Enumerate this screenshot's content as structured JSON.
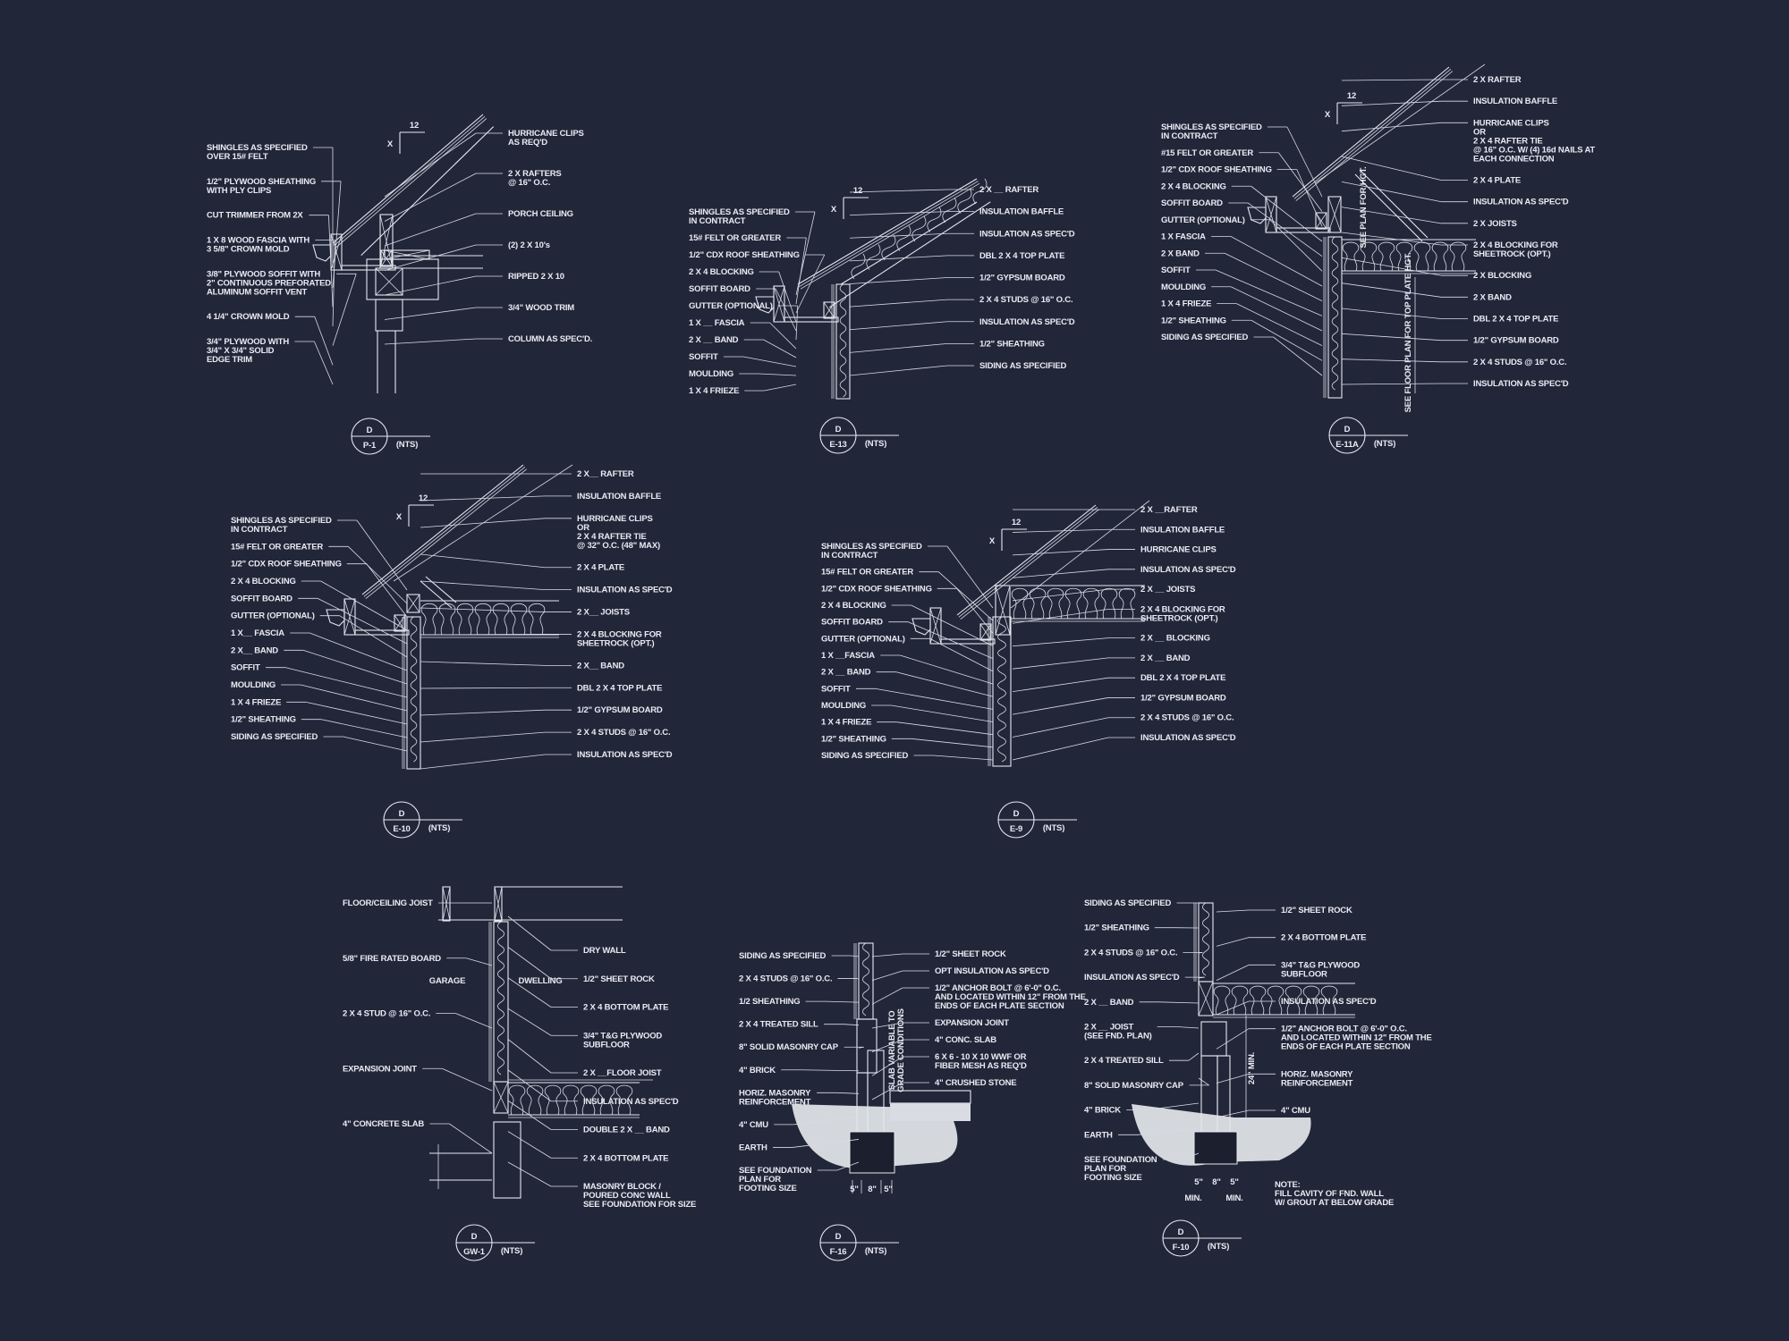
{
  "details": [
    {
      "id": "P-1",
      "tag": "D",
      "scale": "(NTS)",
      "pitch": {
        "rise": "X",
        "run": "12"
      },
      "left": [
        [
          "SHINGLES AS SPECIFIED",
          "OVER 15# FELT"
        ],
        [
          "1/2\" PLYWOOD SHEATHING",
          "WITH PLY CLIPS"
        ],
        [
          "CUT TRIMMER FROM 2X"
        ],
        [
          "1 X 8 WOOD FASCIA WITH",
          "3 5/8\" CROWN MOLD"
        ],
        [
          "3/8\" PLYWOOD SOFFIT WITH",
          "2\" CONTINUOUS PREFORATED",
          "ALUMINUM SOFFIT VENT"
        ],
        [
          "4 1/4\" CROWN MOLD"
        ],
        [
          "3/4\" PLYWOOD WITH",
          "3/4\" X 3/4\" SOLID",
          "EDGE TRIM"
        ]
      ],
      "right": [
        [
          "HURRICANE CLIPS",
          "AS REQ'D"
        ],
        [
          "2 X    RAFTERS",
          "@ 16\" O.C."
        ],
        [
          "PORCH CEILING"
        ],
        [
          "(2) 2 X 10's"
        ],
        [
          "RIPPED 2 X 10"
        ],
        [
          "3/4\" WOOD TRIM"
        ],
        [
          "COLUMN AS SPEC'D."
        ]
      ],
      "notes": []
    },
    {
      "id": "E-13",
      "tag": "D",
      "scale": "(NTS)",
      "pitch": {
        "rise": "X",
        "run": "12"
      },
      "left": [
        [
          "SHINGLES AS SPECIFIED",
          "IN CONTRACT"
        ],
        [
          "15# FELT OR GREATER"
        ],
        [
          "1/2\" CDX ROOF SHEATHING"
        ],
        [
          "2 X 4 BLOCKING"
        ],
        [
          "SOFFIT  BOARD"
        ],
        [
          "GUTTER (OPTIONAL)"
        ],
        [
          "1 X __ FASCIA"
        ],
        [
          "2 X __ BAND"
        ],
        [
          "SOFFIT"
        ],
        [
          "MOULDING"
        ],
        [
          "1 X 4 FRIEZE"
        ]
      ],
      "right": [
        [
          "2 X __ RAFTER"
        ],
        [
          "INSULATION BAFFLE"
        ],
        [
          "INSULATION AS SPEC'D"
        ],
        [
          "DBL 2 X 4 TOP PLATE"
        ],
        [
          "1/2\" GYPSUM BOARD"
        ],
        [
          "2 X 4 STUDS @ 16\" O.C."
        ],
        [
          "INSULATION AS SPEC'D"
        ],
        [
          "1/2\" SHEATHING"
        ],
        [
          "SIDING AS SPECIFIED"
        ]
      ],
      "notes": []
    },
    {
      "id": "E-11A",
      "tag": "D",
      "scale": "(NTS)",
      "pitch": {
        "rise": "X",
        "run": "12"
      },
      "left": [
        [
          "SHINGLES AS SPECIFIED",
          "IN CONTRACT"
        ],
        [
          "#15 FELT OR GREATER"
        ],
        [
          "1/2\" CDX ROOF SHEATHING"
        ],
        [
          "2 X 4 BLOCKING"
        ],
        [
          "SOFFIT  BOARD"
        ],
        [
          "GUTTER (OPTIONAL)"
        ],
        [
          "1 X   FASCIA"
        ],
        [
          "2 X   BAND"
        ],
        [
          "SOFFIT"
        ],
        [
          "MOULDING"
        ],
        [
          "1 X 4 FRIEZE"
        ],
        [
          "1/2\" SHEATHING"
        ],
        [
          "SIDING AS SPECIFIED"
        ]
      ],
      "right": [
        [
          "2 X   RAFTER"
        ],
        [
          "INSULATION BAFFLE"
        ],
        [
          "HURRICANE CLIPS",
          "OR",
          "2 X 4 RAFTER TIE",
          "@ 16\" O.C. W/ (4) 16d NAILS AT",
          "EACH CONNECTION"
        ],
        [
          "2 X 4 PLATE"
        ],
        [
          "INSULATION AS SPEC'D"
        ],
        [
          "2 X   JOISTS"
        ],
        [
          "2 X 4 BLOCKING FOR",
          "SHEETROCK (OPT.)"
        ],
        [
          "2 X   BLOCKING"
        ],
        [
          "2 X   BAND"
        ],
        [
          "DBL 2 X 4 TOP PLATE"
        ],
        [
          "1/2\" GYPSUM BOARD"
        ],
        [
          "2 X 4 STUDS @ 16\" O.C."
        ],
        [
          "INSULATION AS SPEC'D"
        ]
      ],
      "notes": [
        "SEE PLAN FOR HGT.",
        "SEE FLOOR PLAN FOR TOP PLATE HGT."
      ]
    },
    {
      "id": "E-10",
      "tag": "D",
      "scale": "(NTS)",
      "pitch": {
        "rise": "X",
        "run": "12"
      },
      "left": [
        [
          "SHINGLES AS SPECIFIED",
          "IN CONTRACT"
        ],
        [
          "15# FELT OR GREATER"
        ],
        [
          "1/2\" CDX ROOF SHEATHING"
        ],
        [
          "2 X 4 BLOCKING"
        ],
        [
          "SOFFIT BOARD"
        ],
        [
          "GUTTER (OPTIONAL)"
        ],
        [
          "1 X__ FASCIA"
        ],
        [
          "2 X__ BAND"
        ],
        [
          "SOFFIT"
        ],
        [
          "MOULDING"
        ],
        [
          "1 X 4 FRIEZE"
        ],
        [
          "1/2\" SHEATHING"
        ],
        [
          "SIDING AS SPECIFIED"
        ]
      ],
      "right": [
        [
          "2 X__ RAFTER"
        ],
        [
          "INSULATION BAFFLE"
        ],
        [
          "HURRICANE CLIPS",
          "OR",
          "2 X 4 RAFTER TIE",
          "@ 32\" O.C. (48\" MAX)"
        ],
        [
          "2 X 4 PLATE"
        ],
        [
          "INSULATION AS SPEC'D"
        ],
        [
          "2 X__ JOISTS"
        ],
        [
          "2 X 4 BLOCKING FOR",
          "SHEETROCK (OPT.)"
        ],
        [
          "2 X__ BAND"
        ],
        [
          "DBL 2 X 4 TOP PLATE"
        ],
        [
          "1/2\" GYPSUM BOARD"
        ],
        [
          "2 X 4 STUDS @ 16\" O.C."
        ],
        [
          "INSULATION AS SPEC'D"
        ]
      ],
      "notes": []
    },
    {
      "id": "E-9",
      "tag": "D",
      "scale": "(NTS)",
      "pitch": {
        "rise": "X",
        "run": "12"
      },
      "left": [
        [
          "SHINGLES AS SPECIFIED",
          "IN CONTRACT"
        ],
        [
          "15# FELT OR GREATER"
        ],
        [
          "1/2\" CDX ROOF SHEATHING"
        ],
        [
          "2 X 4 BLOCKING"
        ],
        [
          "SOFFIT  BOARD"
        ],
        [
          "GUTTER (OPTIONAL)"
        ],
        [
          "1 X __FASCIA"
        ],
        [
          "2 X __ BAND"
        ],
        [
          "SOFFIT"
        ],
        [
          "MOULDING"
        ],
        [
          "1 X 4 FRIEZE"
        ],
        [
          "1/2\" SHEATHING"
        ],
        [
          "SIDING AS SPECIFIED"
        ]
      ],
      "right": [
        [
          "2 X __RAFTER"
        ],
        [
          "INSULATION BAFFLE"
        ],
        [
          "HURRICANE CLIPS"
        ],
        [
          "INSULATION AS SPEC'D"
        ],
        [
          "2 X __ JOISTS"
        ],
        [
          "2 X 4 BLOCKING FOR",
          "SHEETROCK (OPT.)"
        ],
        [
          "2 X __ BLOCKING"
        ],
        [
          "2 X __ BAND"
        ],
        [
          "DBL 2 X 4 TOP PLATE"
        ],
        [
          "1/2\" GYPSUM BOARD"
        ],
        [
          "2 X 4 STUDS @ 16\" O.C."
        ],
        [
          "INSULATION AS SPEC'D"
        ]
      ],
      "notes": []
    },
    {
      "id": "GW-1",
      "tag": "D",
      "scale": "(NTS)",
      "left": [
        [
          "FLOOR/CEILING JOIST"
        ],
        [
          "5/8\" FIRE RATED BOARD"
        ],
        [
          "2 X 4 STUD @ 16\" O.C."
        ],
        [
          "EXPANSION JOINT"
        ],
        [
          "4\" CONCRETE SLAB"
        ]
      ],
      "right": [
        [
          "DRY WALL"
        ],
        [
          "1/2\" SHEET ROCK"
        ],
        [
          "2 X 4 BOTTOM PLATE"
        ],
        [
          "3/4\" T&G PLYWOOD",
          "SUBFLOOR"
        ],
        [
          "2 X __FLOOR JOIST"
        ],
        [
          "INSULATION AS SPEC'D"
        ],
        [
          "DOUBLE 2 X __ BAND"
        ],
        [
          "2 X 4 BOTTOM PLATE"
        ],
        [
          "MASONRY BLOCK /",
          "POURED CONC WALL",
          "SEE FOUNDATION FOR SIZE"
        ]
      ],
      "notes": [
        "GARAGE",
        "DWELLING"
      ]
    },
    {
      "id": "F-16",
      "tag": "D",
      "scale": "(NTS)",
      "left": [
        [
          "SIDING AS SPECIFIED"
        ],
        [
          "2 X 4 STUDS @ 16\" O.C."
        ],
        [
          "1/2 SHEATHING"
        ],
        [
          "2 X 4 TREATED SILL"
        ],
        [
          "8\" SOLID MASONRY CAP"
        ],
        [
          "4\" BRICK"
        ],
        [
          "HORIZ. MASONRY",
          "REINFORCEMENT"
        ],
        [
          "4\" CMU"
        ],
        [
          "EARTH"
        ],
        [
          "SEE FOUNDATION",
          "PLAN FOR",
          "FOOTING SIZE"
        ]
      ],
      "right": [
        [
          "1/2\" SHEET ROCK"
        ],
        [
          "OPT INSULATION AS SPEC'D"
        ],
        [
          "1/2\" ANCHOR BOLT @ 6'-0\" O.C.",
          "AND LOCATED WITHIN 12\" FROM THE",
          "ENDS OF EACH PLATE SECTION"
        ],
        [
          "EXPANSION JOINT"
        ],
        [
          "4\" CONC. SLAB"
        ],
        [
          "6 X 6 - 10 X 10 WWF OR",
          "FIBER MESH AS REQ'D"
        ],
        [
          "4\" CRUSHED STONE"
        ]
      ],
      "dims": [
        "5\"",
        "8\"",
        "5\""
      ],
      "notes": [
        "SLAB VARIABLE TO",
        "GRADE CONDITIONS"
      ]
    },
    {
      "id": "F-10",
      "tag": "D",
      "scale": "(NTS)",
      "left": [
        [
          "SIDING AS SPECIFIED"
        ],
        [
          "1/2\" SHEATHING"
        ],
        [
          "2 X 4 STUDS @ 16\" O.C."
        ],
        [
          "INSULATION AS SPEC'D"
        ],
        [
          "2 X __ BAND"
        ],
        [
          "2 X __ JOIST",
          "(SEE FND. PLAN)"
        ],
        [
          "2 X 4 TREATED SILL"
        ],
        [
          "8\" SOLID MASONRY CAP"
        ],
        [
          "4\" BRICK"
        ],
        [
          "EARTH"
        ],
        [
          "SEE FOUNDATION",
          "PLAN FOR",
          "FOOTING SIZE"
        ]
      ],
      "right": [
        [
          "1/2\" SHEET ROCK"
        ],
        [
          "2 X 4 BOTTOM PLATE"
        ],
        [
          "3/4\" T&G PLYWOOD",
          "SUBFLOOR"
        ],
        [
          "INSULATION AS SPEC'D"
        ],
        [
          "1/2\" ANCHOR BOLT @ 6'-0\" O.C.",
          "AND LOCATED WITHIN 12\" FROM THE",
          "ENDS OF EACH PLATE SECTION"
        ],
        [
          "HORIZ. MASONRY",
          "REINFORCEMENT"
        ],
        [
          "4\" CMU"
        ]
      ],
      "dims": [
        "5\"",
        "8\"",
        "5\"",
        "MIN.",
        "MIN.",
        "24\" MIN."
      ],
      "notes": [
        "NOTE:",
        "FILL CAVITY OF FND. WALL",
        "W/ GROUT AT BELOW GRADE"
      ]
    }
  ],
  "colors": {
    "background": "#222639",
    "linework": "#e6e8ef"
  }
}
